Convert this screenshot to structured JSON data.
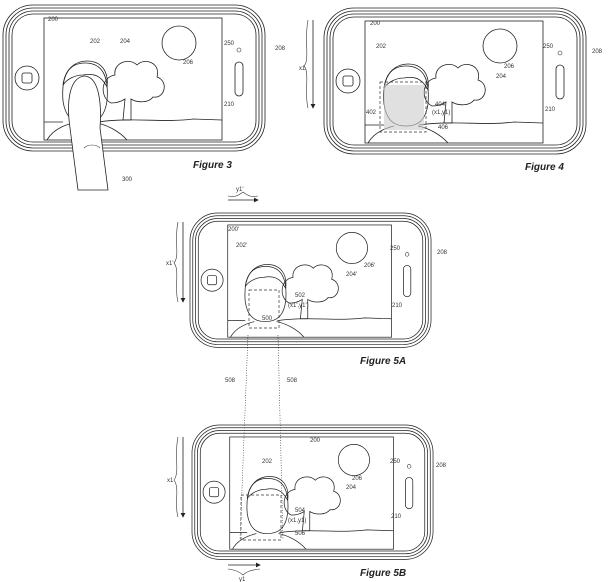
{
  "figures": {
    "fig3": {
      "caption": "Figure 3",
      "labels": {
        "image": "200",
        "person": "202",
        "tree": "204",
        "sun": "206",
        "camera": "250",
        "device": "208",
        "horizon": "210",
        "finger": "300"
      }
    },
    "fig4": {
      "caption": "Figure 4",
      "labels": {
        "image": "200",
        "person": "202",
        "sun": "206",
        "tree": "204",
        "camera": "250",
        "device": "208",
        "point": "404",
        "coords": "(x1,y1)",
        "face_box": "402",
        "face_region": "406",
        "horizon": "210",
        "x_axis": "x1"
      }
    },
    "fig5a": {
      "caption": "Figure 5A",
      "labels": {
        "image": "200'",
        "person": "202'",
        "sun": "206'",
        "tree": "204'",
        "camera": "250",
        "device": "208",
        "point": "502",
        "coords": "(x1',y1')",
        "face_box": "500",
        "horizon": "210",
        "x_axis": "x1'",
        "y_axis": "y1'",
        "proj_left": "508",
        "proj_right": "508"
      }
    },
    "fig5b": {
      "caption": "Figure 5B",
      "labels": {
        "image": "200",
        "person": "202",
        "sun": "206",
        "tree": "204",
        "camera": "250",
        "device": "208",
        "point": "504",
        "coords": "(x1,y1)",
        "face_box": "506",
        "horizon": "210",
        "x_axis": "x1",
        "y_axis": "y1"
      }
    }
  }
}
